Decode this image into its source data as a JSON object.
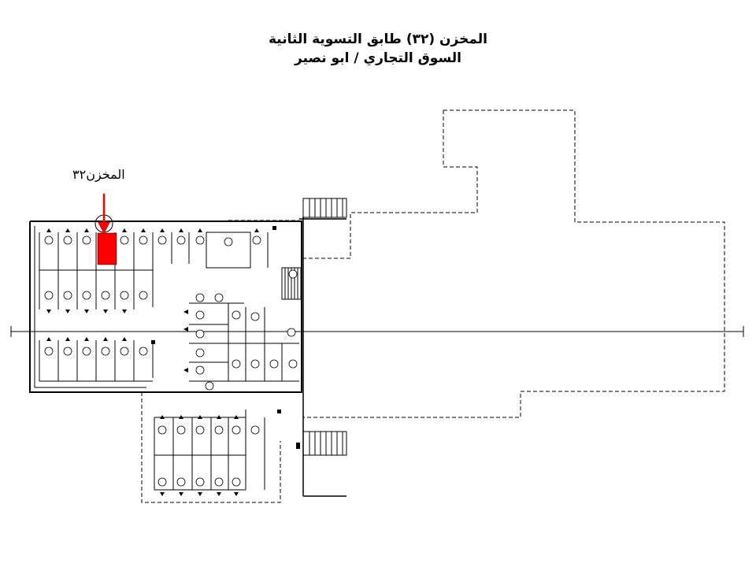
{
  "header": {
    "title_line1": "المخزن (٣٢) طابق التسوية الثانية",
    "title_line2": "السوق التجاري / ابو نصير"
  },
  "plan": {
    "callout_label": "المخزن٣٢",
    "highlight_color": "#ff0000",
    "arrow_color": "#ff0000",
    "line_color": "#000000"
  }
}
